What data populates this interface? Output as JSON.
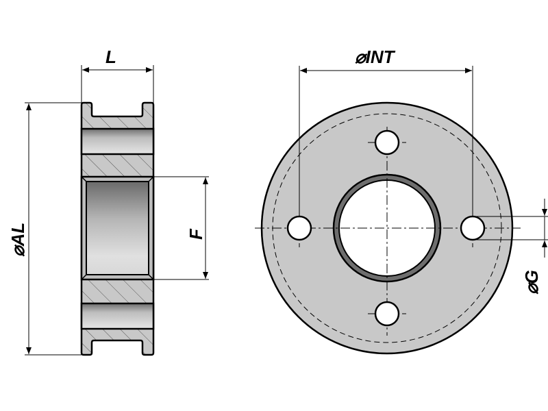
{
  "labels": {
    "length": "L",
    "outer_diameter": "⌀AL",
    "bore": "F",
    "hole_circle_diameter": "⌀INT",
    "hole_diameter": "⌀G"
  },
  "colors": {
    "body": "#c8c8c8",
    "outline": "#000000",
    "hatch": "#555555"
  }
}
